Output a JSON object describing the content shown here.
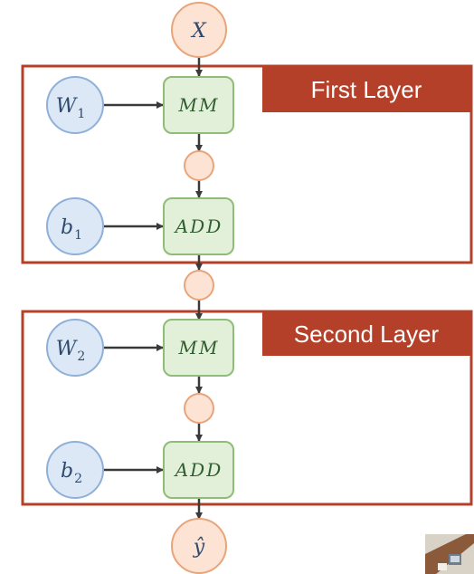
{
  "nodes": {
    "input": {
      "base": "X"
    },
    "w1": {
      "base": "W",
      "sub": "1"
    },
    "b1": {
      "base": "b",
      "sub": "1"
    },
    "mm1": {
      "label": "MM"
    },
    "add1": {
      "label": "ADD"
    },
    "w2": {
      "base": "W",
      "sub": "2"
    },
    "b2": {
      "base": "b",
      "sub": "2"
    },
    "mm2": {
      "label": "MM"
    },
    "add2": {
      "label": "ADD"
    },
    "output": {
      "base": "ŷ"
    }
  },
  "layers": {
    "first": {
      "title": "First Layer"
    },
    "second": {
      "title": "Second Layer"
    }
  },
  "colors": {
    "layer_border": "#b5402a",
    "layer_banner": "#b5402a",
    "io_node_fill": "#fde3d4",
    "io_node_stroke": "#e8a47a",
    "param_node_fill": "#dce8f6",
    "param_node_stroke": "#8fb0d8",
    "op_node_fill": "#e3f0d9",
    "op_node_stroke": "#8fbc77",
    "arrow": "#3a3a3a"
  }
}
